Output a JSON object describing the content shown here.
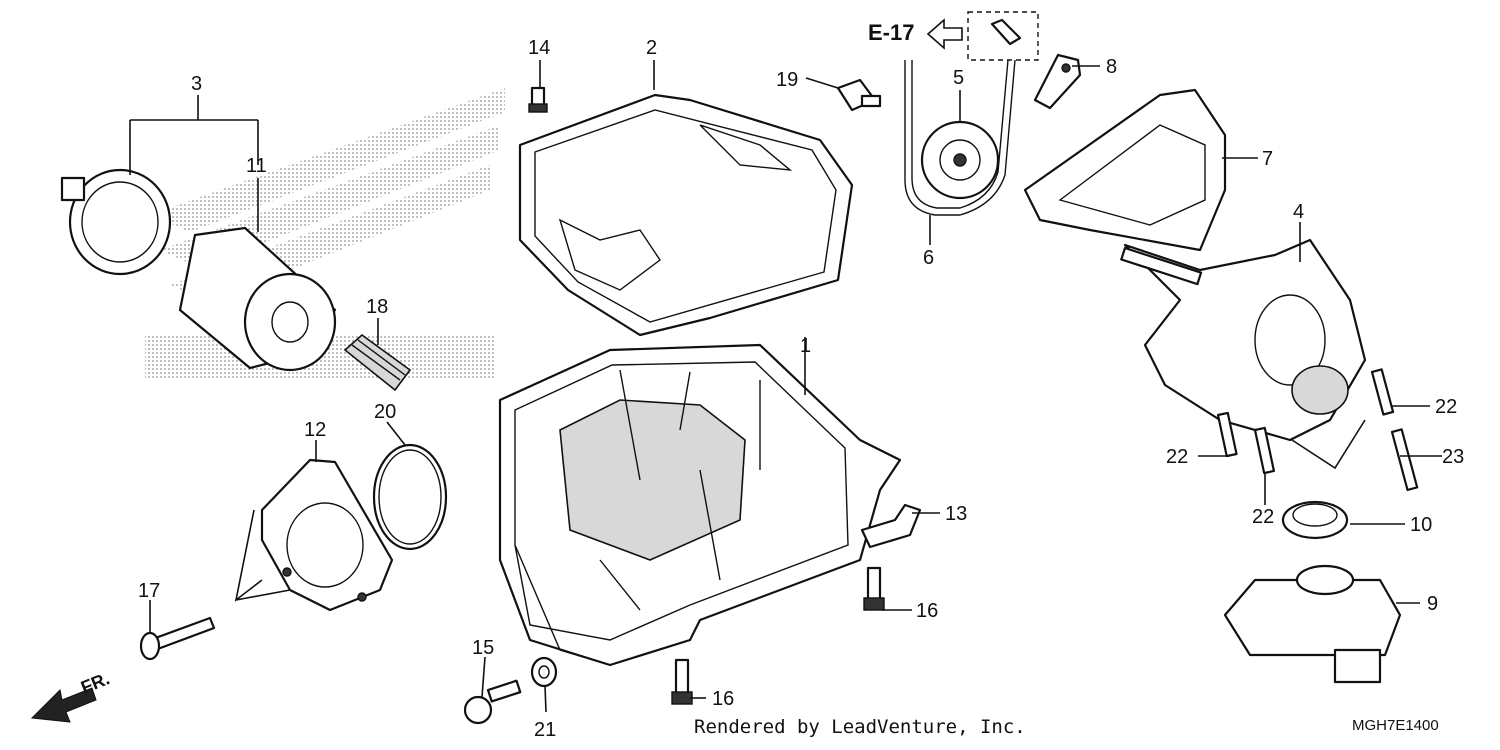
{
  "ref_section": "E-17",
  "direction_label": "FR.",
  "credit": "Rendered by LeadVenture, Inc.",
  "diagram_code": "MGH7E1400",
  "callouts": {
    "c1": "1",
    "c2": "2",
    "c3": "3",
    "c4": "4",
    "c5": "5",
    "c6": "6",
    "c7": "7",
    "c8": "8",
    "c9": "9",
    "c10": "10",
    "c11": "11",
    "c12": "12",
    "c13": "13",
    "c14": "14",
    "c15": "15",
    "c16a": "16",
    "c16b": "16",
    "c17": "17",
    "c18": "18",
    "c19": "19",
    "c20": "20",
    "c21": "21",
    "c22a": "22",
    "c22b": "22",
    "c22c": "22",
    "c23": "23"
  }
}
